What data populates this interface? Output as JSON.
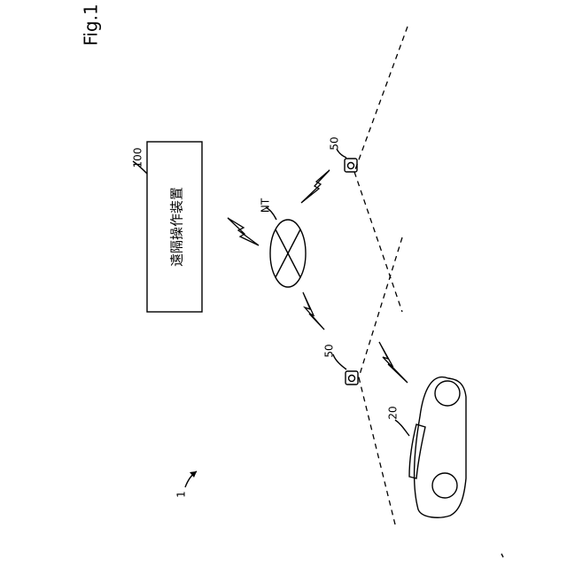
{
  "figure_label": "Fig.1",
  "system_ref": "1",
  "remote_device": {
    "ref": "100",
    "label": "遠隔操作装置"
  },
  "network": {
    "ref": "NT"
  },
  "camera_ref": "50",
  "vehicle_ref": "20"
}
